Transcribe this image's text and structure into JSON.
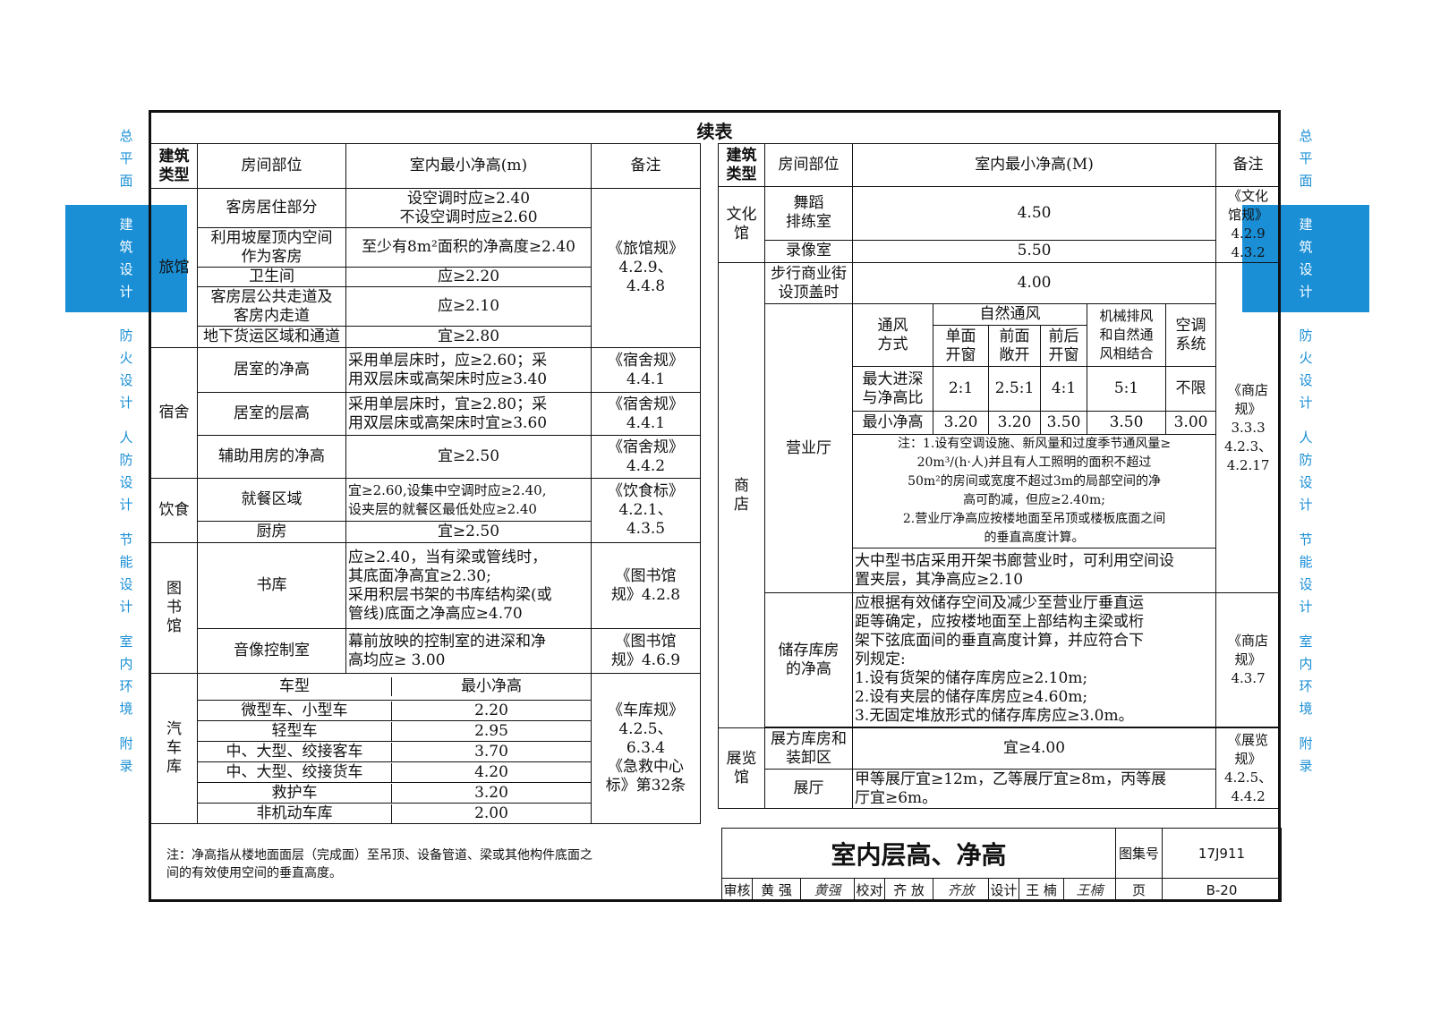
{
  "sidebar": {
    "sections": [
      "总\n平\n面",
      "建\n筑\n设\n计",
      "防\n火\n设\n计",
      "人\n防\n设\n计",
      "节\n能\n设\n计",
      "室\n内\n环\n境",
      "附\n录"
    ],
    "active_index": 1,
    "accent_color": "#1a8fd6"
  },
  "title": "续表",
  "left_table": {
    "headers": [
      "建筑\n类型",
      "房间部位",
      "室内最小净高(m)",
      "备注"
    ],
    "hotel": {
      "type": "旅馆",
      "rows": [
        [
          "客房居住部分",
          "设空调时应≥2.40\n不设空调时应≥2.60"
        ],
        [
          "利用坡屋顶内空间\n作为客房",
          "至少有8m²面积的净高度≥2.40"
        ],
        [
          "卫生间",
          "应≥2.20"
        ],
        [
          "客房层公共走道及\n客房内走道",
          "应≥2.10"
        ],
        [
          "地下货运区域和通道",
          "宜≥2.80"
        ]
      ],
      "note": "《旅馆规》\n4.2.9、\n4.4.8"
    },
    "dorm": {
      "type": "宿舍",
      "rows": [
        [
          "居室的净高",
          "采用单层床时，应≥2.60；采\n用双层床或高架床时应≥3.40",
          "《宿舍规》\n4.4.1"
        ],
        [
          "居室的层高",
          "采用单层床时，宜≥2.80；采\n用双层床或高架床时宜≥3.60",
          "《宿舍规》\n4.4.1"
        ],
        [
          "辅助用房的净高",
          "宜≥2.50",
          "《宿舍规》\n4.4.2"
        ]
      ]
    },
    "food": {
      "type": "饮食",
      "rows": [
        [
          "就餐区域",
          "宜≥2.60,设集中空调时应≥2.40,\n设夹层的就餐区最低处应≥2.40"
        ],
        [
          "厨房",
          "宜≥2.50"
        ]
      ],
      "note": "《饮食标》\n4.2.1、\n4.3.5"
    },
    "library": {
      "type": "图\n书\n馆",
      "rows": [
        [
          "书库",
          "应≥2.40，当有梁或管线时，\n其底面净高宜≥2.30;\n采用积层书架的书库结构梁(或\n管线)底面之净高应≥4.70",
          "《图书馆\n规》4.2.8"
        ],
        [
          "音像控制室",
          "幕前放映的控制室的进深和净\n高均应≥ 3.00",
          "《图书馆\n规》4.6.9"
        ]
      ]
    },
    "garage": {
      "type": "汽\n车\n库",
      "headers": [
        "车型",
        "最小净高"
      ],
      "rows": [
        [
          "微型车、小型车",
          "2.20"
        ],
        [
          "轻型车",
          "2.95"
        ],
        [
          "中、大型、绞接客车",
          "3.70"
        ],
        [
          "中、大型、绞接货车",
          "4.20"
        ],
        [
          "救护车",
          "3.20"
        ],
        [
          "非机动车库",
          "2.00"
        ]
      ],
      "note": "《车库规》\n4.2.5、\n6.3.4\n《急救中心\n标》第32条"
    },
    "footnote": "注：净高指从楼地面面层（完成面）至吊顶、设备管道、梁或其他构件底面之\n间的有效使用空间的垂直高度。"
  },
  "right_table": {
    "headers": [
      "建筑\n类型",
      "房间部位",
      "室内最小净高(M)",
      "备注"
    ],
    "culture": {
      "type": "文化\n馆",
      "rows": [
        [
          "舞蹈\n排练室",
          "4.50"
        ],
        [
          "录像室",
          "5.50"
        ]
      ],
      "note": "《文化\n馆规》\n4.2.9\n4.3.2"
    },
    "shop": {
      "type": "商\n店",
      "street_row": [
        "步行商业街\n设顶盖时",
        "4.00"
      ],
      "hall_label": "营业厅",
      "vent_header": "通风\n方式",
      "natural_vent": "自然通风",
      "vent_cols": [
        "单面\n开窗",
        "前面\n敞开",
        "前后\n开窗",
        "机械排风\n和自然通\n风相结合",
        "空调\n系统"
      ],
      "depth_label": "最大进深\n与净高比",
      "depth_values": [
        "2:1",
        "2.5:1",
        "4:1",
        "5:1",
        "不限"
      ],
      "min_label": "最小净高",
      "min_values": [
        "3.20",
        "3.20",
        "3.50",
        "3.50",
        "3.00"
      ],
      "hall_note": "注：1.设有空调设施、新风量和过度季节通风量≥\n20m³/(h·人)并且有人工照明的面积不超过\n50m²的房间或宽度不超过3m的局部空间的净\n高可酌减，但应≥2.40m;\n2.营业厅净高应按楼地面至吊顶或楼板底面之间\n的垂直高度计算。",
      "bookstore": "大中型书店采用开架书廊营业时，可利用空间设\n置夹层，其净高应≥2.10",
      "storage_label": "储存库房\n的净高",
      "storage_text": "应根据有效储存空间及减少至营业厅垂直运\n距等确定，应按楼地面至上部结构主梁或桁\n架下弦底面间的垂直高度计算，并应符合下\n列规定:\n1.设有货架的储存库房应≥2.10m;\n2.设有夹层的储存库房应≥4.60m;\n3.无固定堆放形式的储存库房应≥3.0m。",
      "note": "《商店\n规》\n3.3.3\n4.2.3、\n4.2.17",
      "storage_note": "《商店\n规》\n4.3.7"
    },
    "expo": {
      "type": "展览\n馆",
      "rows": [
        [
          "展方库房和\n装卸区",
          "宜≥4.00"
        ],
        [
          "展厅",
          "甲等展厅宜≥12m，乙等展厅宜≥8m，丙等展\n厅宜≥6m。"
        ]
      ],
      "note": "《展览\n规》\n4.2.5、\n4.4.2"
    }
  },
  "title_block": {
    "drawing_title": "室内层高、净高",
    "atlas_label": "图集号",
    "atlas_no": "17J911",
    "review_label": "审核",
    "reviewer": "黄 强",
    "reviewer_sig": "黄强",
    "check_label": "校对",
    "checker": "齐 放",
    "checker_sig": "齐放",
    "design_label": "设计",
    "designer": "王 楠",
    "designer_sig": "王楠",
    "page_label": "页",
    "page_no": "B-20"
  }
}
